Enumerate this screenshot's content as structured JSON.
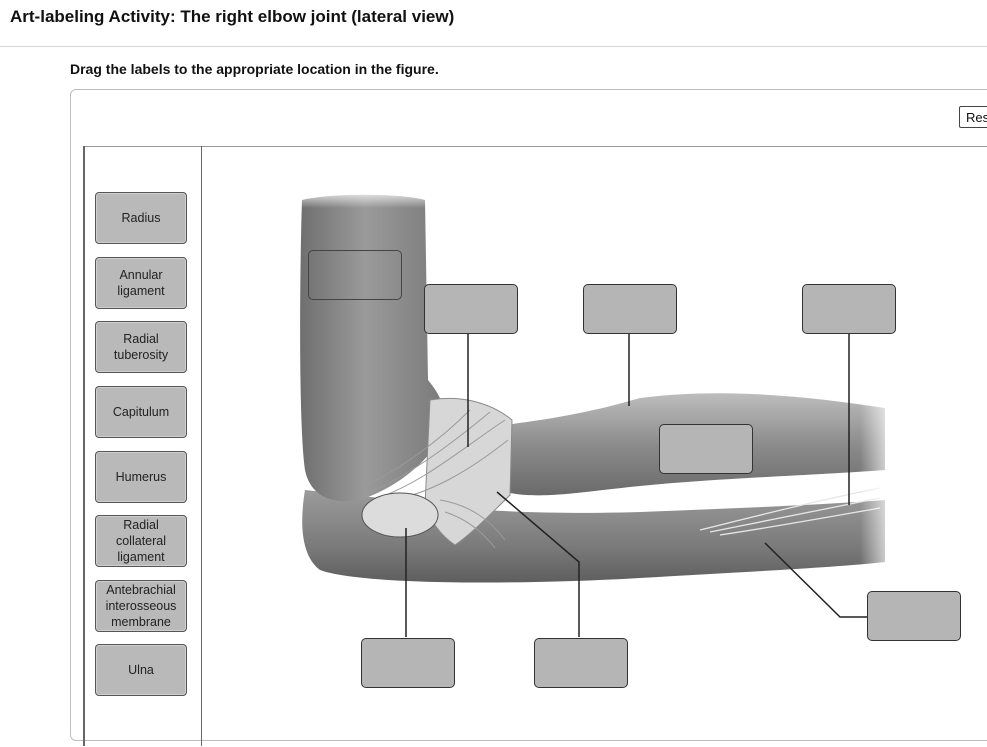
{
  "header": {
    "title": "Art-labeling Activity: The right elbow joint (lateral view)"
  },
  "instructions": "Drag the labels to the appropriate location in the figure.",
  "reset_button": "Reset",
  "label_bank": [
    "Radius",
    "Annular ligament",
    "Radial tuberosity",
    "Capitulum",
    "Humerus",
    "Radial collateral ligament",
    "Antebrachial interosseous membrane",
    "Ulna"
  ],
  "label_bank_display": [
    "Radius",
    "Annular\nligament",
    "Radial\ntuberosity",
    "Capitulum",
    "Humerus",
    "Radial\ncollateral\nligament",
    "Antebrachial\ninterosseous\nmembrane",
    "Ulna"
  ],
  "drop_targets_count": 8
}
